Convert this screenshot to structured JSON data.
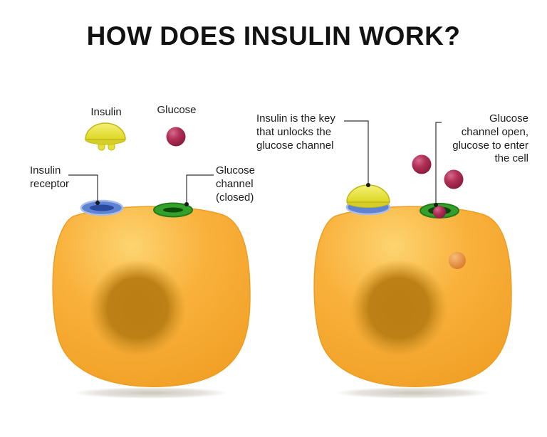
{
  "title": "HOW DOES INSULIN WORK?",
  "legend": {
    "insulin": "Insulin",
    "glucose": "Glucose"
  },
  "annotations": {
    "insulin_receptor_lines": [
      "Insulin",
      "receptor"
    ],
    "glucose_channel_closed_lines": [
      "Glucose",
      "channel",
      "(closed)"
    ],
    "insulin_key_lines": [
      "Insulin is the key",
      "that unlocks the",
      "glucose channel"
    ],
    "glucose_channel_open_lines": [
      "Glucose",
      "channel open,",
      "glucose to enter",
      "the cell"
    ]
  },
  "colors": {
    "cell_body": "#F6A72E",
    "cell_highlight": "#FCCF69",
    "nucleus": "#BC7F15",
    "insulin": "#E9E437",
    "glucose": "#A82349",
    "glucose_inside_cell": "#D97A2B",
    "receptor": "#5F83D3",
    "channel": "#33A02A",
    "connector_line": "#333333",
    "title_text": "#121212"
  },
  "icons": [
    {
      "name": "insulin-icon",
      "shape": "yellow-mushroom"
    },
    {
      "name": "glucose-icon",
      "shape": "crimson-sphere"
    }
  ]
}
